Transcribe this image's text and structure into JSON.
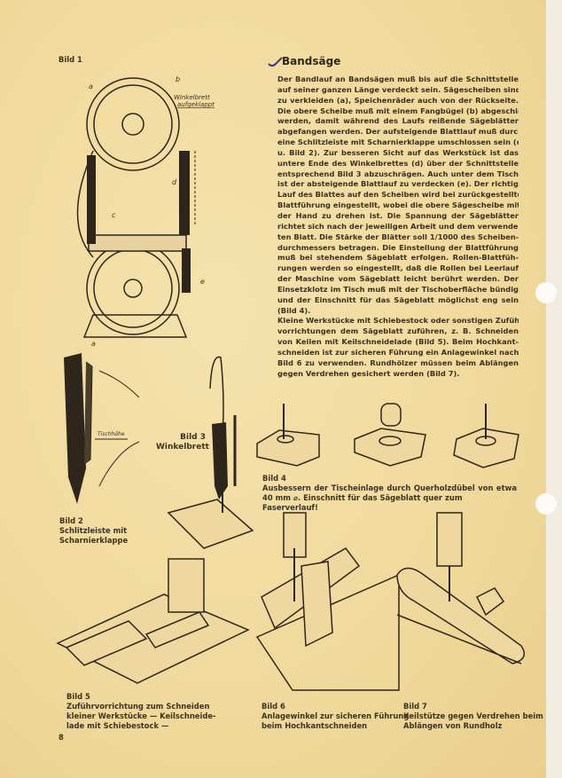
{
  "title": "Bandsäge",
  "body_lines": [
    "Der Bandlauf an Bandsägen muß bis auf die Schnittstelle",
    "auf seiner ganzen Länge verdeckt sein. Sägescheiben sind",
    "zu verkleiden (a), Speichenräder auch von der Rückseite.",
    "Die obere Scheibe muß mit einem Fangbügel (b) abgeschirmt",
    "werden, damit während des Laufs reißende Sägeblätter",
    "abgefangen werden. Der aufsteigende Blattlauf muß durch",
    "eine Schlitzleiste mit Scharnierklappe umschlossen sein (c",
    "u. Bild 2). Zur besseren Sicht auf das Werkstück ist das",
    "untere Ende des Winkelbrettes (d) über der Schnittstelle",
    "entsprechend Bild 3 abzuschrägen. Auch unter dem Tisch",
    "ist der absteigende Blattlauf zu verdecken (e). Der richtige",
    "Lauf des Blattes auf den Scheiben wird bei zurückgestellter",
    "Blattführung eingestellt, wobei die obere Sägescheibe mit",
    "der Hand zu drehen ist. Die Spannung der Sägeblätter",
    "richtet sich nach der jeweiligen Arbeit und dem verwende-",
    "ten Blatt. Die Stärke der Blätter soll 1/1000 des Scheiben-",
    "durchmessers betragen. Die Einstellung der Blattführung",
    "muß bei stehendem Sägeblatt erfolgen. Rollen-Blattfüh-",
    "rungen werden so eingestellt, daß die Rollen bei Leerlauf",
    "der Maschine vom Sägeblatt leicht berührt werden. Der",
    "Einsetzklotz im Tisch muß mit der Tischoberfläche bündig",
    "und der Einschnitt für das Sägeblatt möglichst eng sein",
    "(Bild 4).",
    "Kleine Werkstücke mit Schiebestock oder sonstigen Zuführ-",
    "vorrichtungen dem Sägeblatt zuführen, z. B. Schneiden",
    "von Keilen mit Keilschneidelade (Bild 5). Beim Hochkant-",
    "schneiden ist zur sicheren Führung ein Anlagewinkel nach",
    "Bild 6 zu verwenden. Rundhölzer müssen beim Ablängen",
    "gegen Verdrehen gesichert werden (Bild 7)."
  ],
  "figures": {
    "bild1": {
      "label": "Bild 1",
      "labels": {
        "a": "a",
        "b": "b",
        "c": "c",
        "d": "d",
        "e": "e",
        "winkel1": "Winkelbrett",
        "winkel2": "aufgeklappt"
      }
    },
    "bild2": {
      "label": "Bild 2",
      "caption1": "Schlitzleiste mit",
      "caption2": "Scharnierklappe",
      "tischhoehe": "Tischhöhe"
    },
    "bild3": {
      "label": "Bild 3",
      "caption": "Winkelbrett"
    },
    "bild4": {
      "label": "Bild 4",
      "caption1": "Ausbessern der Tischeinlage durch Querholzdübel von etwa",
      "caption2": "40 mm ⌀. Einschnitt für das Sägeblatt quer zum Faserverlauf!"
    },
    "bild5": {
      "label": "Bild 5",
      "caption1": "Zuführvorrichtung zum Schneiden",
      "caption2": "kleiner Werkstücke — Keilschneide-",
      "caption3": "lade mit Schiebestock —"
    },
    "bild6": {
      "label": "Bild 6",
      "caption1": "Anlagewinkel zur sicheren Führung",
      "caption2": "beim Hochkantschneiden"
    },
    "bild7": {
      "label": "Bild 7",
      "caption1": "Keilstütze gegen Verdrehen beim",
      "caption2": "Ablängen von Rundholz"
    }
  },
  "page_number": "8",
  "colors": {
    "paper": "#f1dba2",
    "ink": "#3b3120"
  }
}
